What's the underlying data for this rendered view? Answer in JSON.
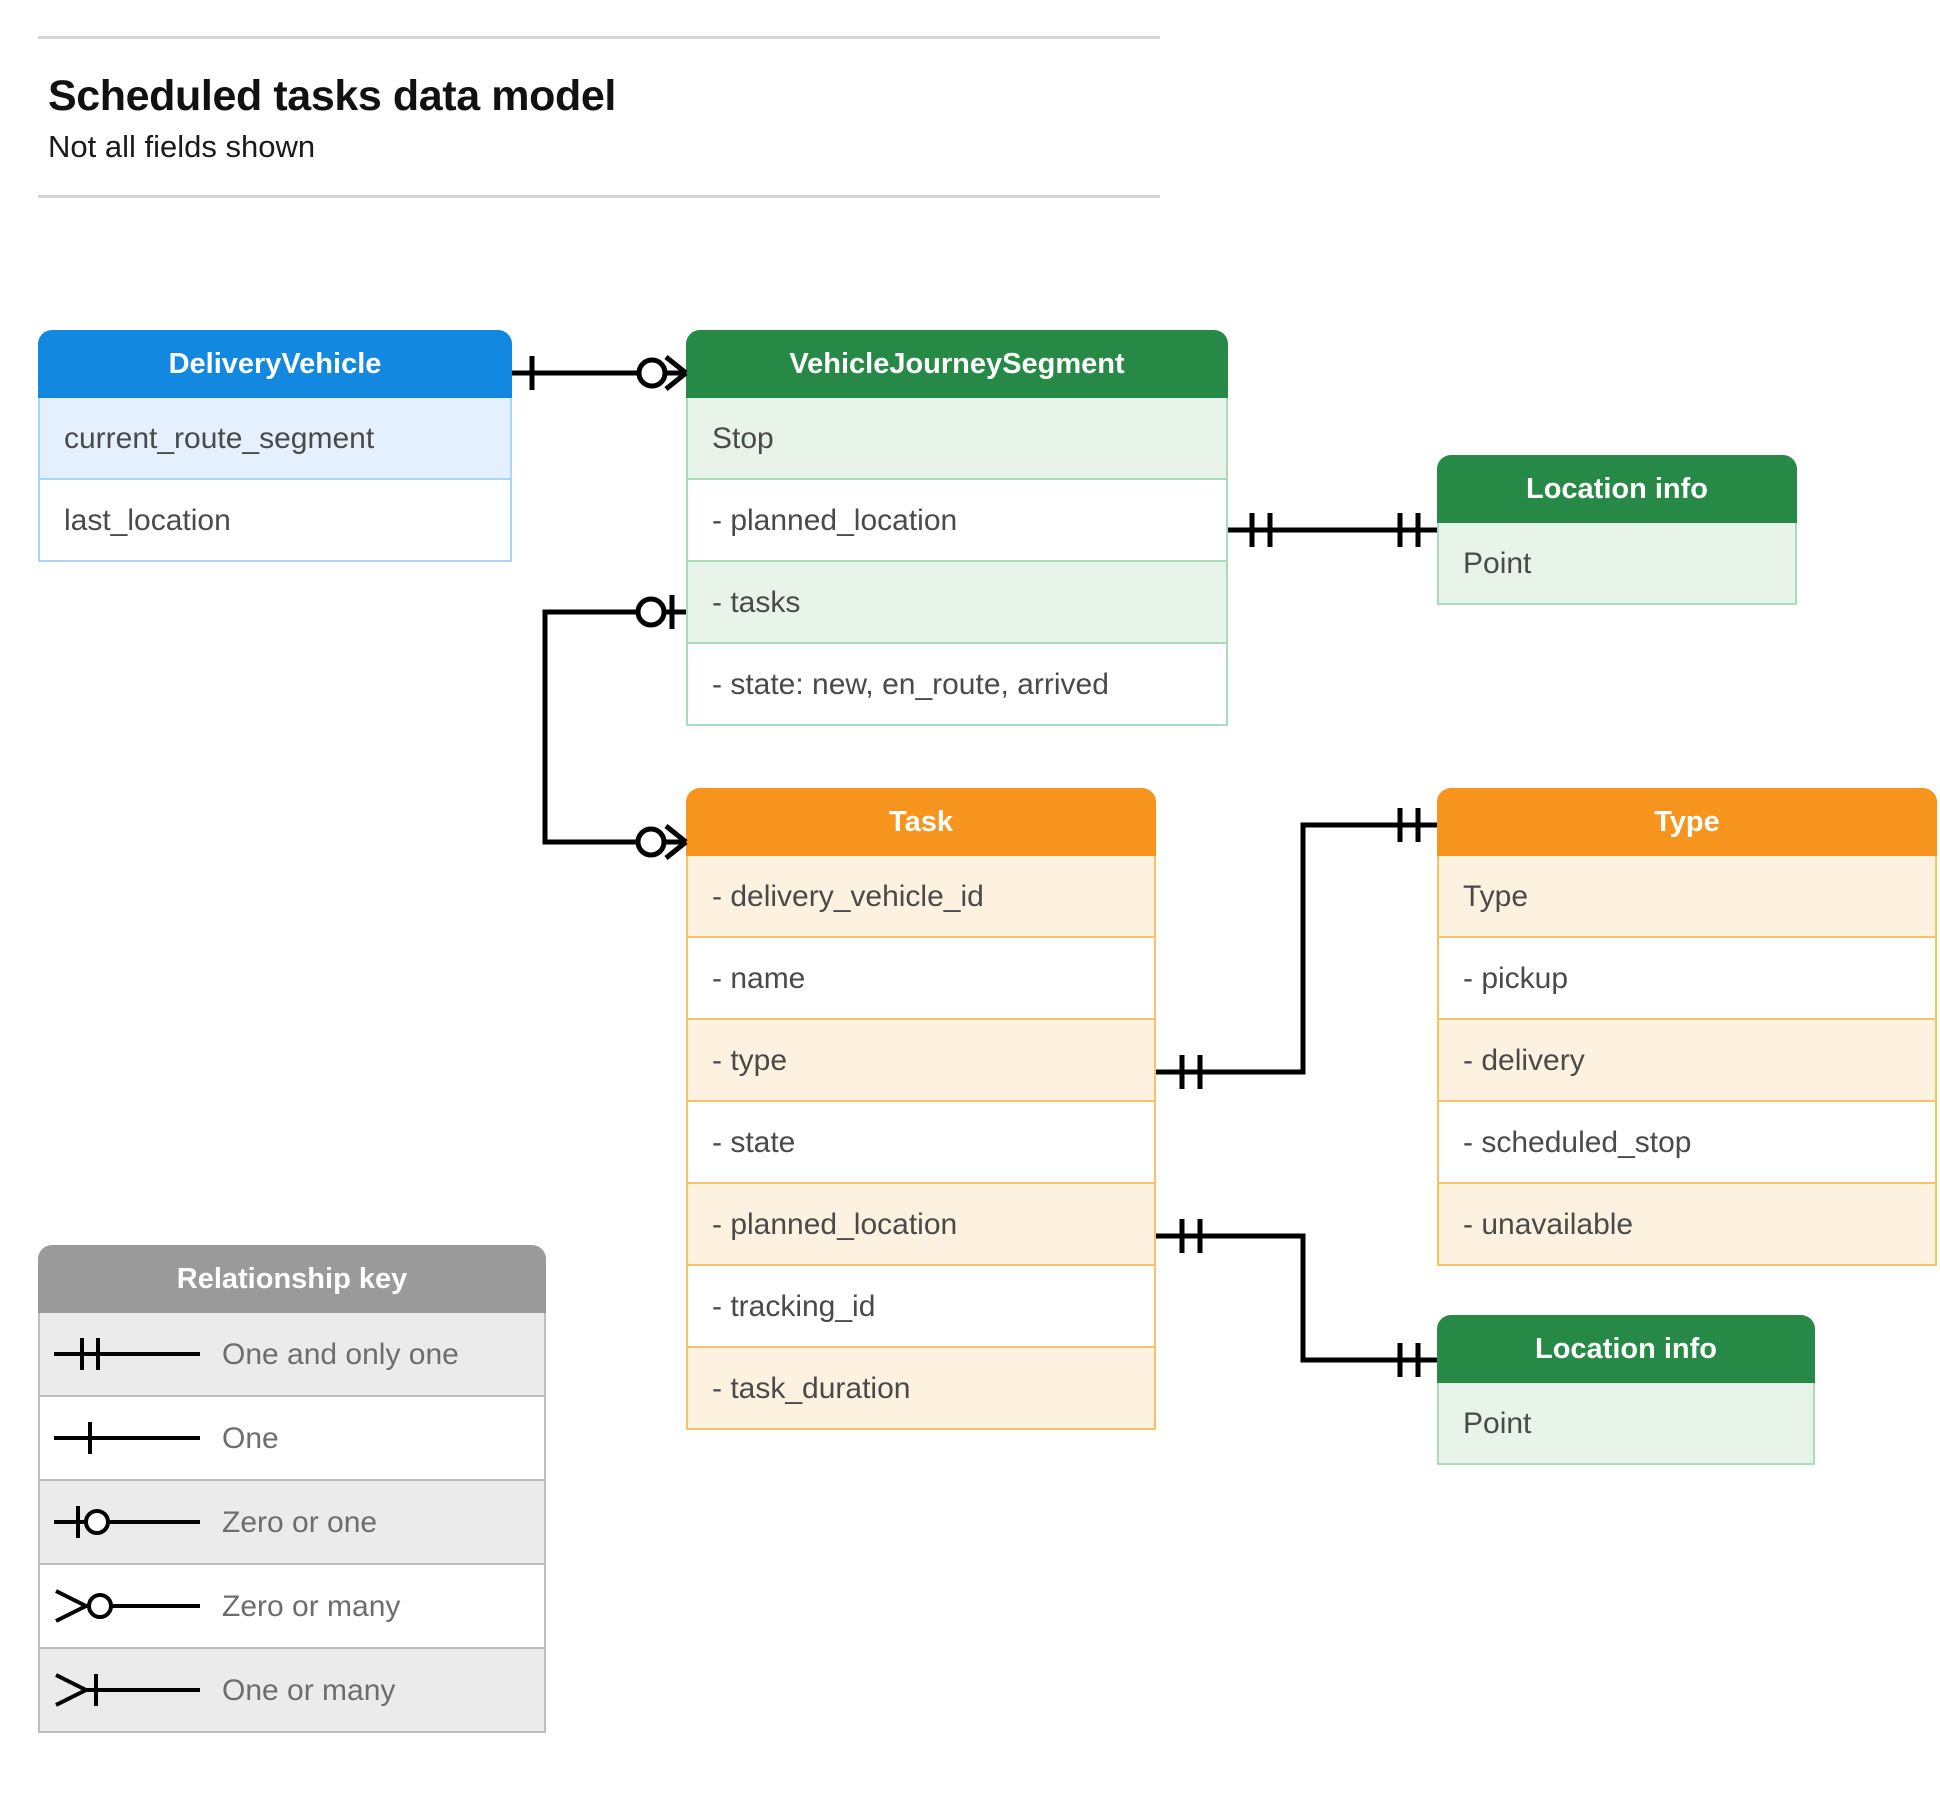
{
  "header": {
    "title": "Scheduled tasks data model",
    "subtitle": "Not all fields shown"
  },
  "colors": {
    "blue_header": "#1288e0",
    "blue_row": "#e4f0fd",
    "blue_border": "#a9d6f8",
    "green_header": "#268a46",
    "green_row": "#e8f4ea",
    "green_border": "#a9dcb8",
    "orange_header": "#f7941d",
    "orange_row": "#fdf2e0",
    "orange_border": "#f9c267",
    "grey_header": "#9a9a9a",
    "grey_row": "#ebebeb",
    "grey_border": "#bdbdbd",
    "connector": "#000000",
    "text": "#4a4a4a",
    "rule": "#d4d4d4"
  },
  "entities": {
    "delivery_vehicle": {
      "title": "DeliveryVehicle",
      "rows": [
        "current_route_segment",
        "last_location"
      ]
    },
    "vehicle_journey_segment": {
      "title": "VehicleJourneySegment",
      "rows": [
        "Stop",
        "-  planned_location",
        "- tasks",
        "- state: new, en_route, arrived"
      ]
    },
    "location_info_top": {
      "title": "Location info",
      "rows": [
        "Point"
      ]
    },
    "task": {
      "title": "Task",
      "rows": [
        "- delivery_vehicle_id",
        "- name",
        "- type",
        "- state",
        "- planned_location",
        "- tracking_id",
        "- task_duration"
      ]
    },
    "type": {
      "title": "Type",
      "rows": [
        "Type",
        "-  pickup",
        "-  delivery",
        "-  scheduled_stop",
        "-  unavailable"
      ]
    },
    "location_info_bottom": {
      "title": "Location info",
      "rows": [
        "Point"
      ]
    }
  },
  "legend": {
    "title": "Relationship key",
    "items": [
      {
        "symbol": "one-and-only-one",
        "label": "One and only one"
      },
      {
        "symbol": "one",
        "label": "One"
      },
      {
        "symbol": "zero-or-one",
        "label": "Zero or one"
      },
      {
        "symbol": "zero-or-many",
        "label": "Zero or many"
      },
      {
        "symbol": "one-or-many",
        "label": "One or many"
      }
    ]
  },
  "relationships": [
    {
      "name": "delivery-vehicle-to-vehicle-journey-segment",
      "from": "DeliveryVehicle",
      "to": "VehicleJourneySegment",
      "from_cardinality": "One",
      "to_cardinality": "Zero or many"
    },
    {
      "name": "vjs-planned-location-to-location-info",
      "from": "VehicleJourneySegment.planned_location",
      "to": "Location info",
      "from_cardinality": "One and only one",
      "to_cardinality": "One and only one"
    },
    {
      "name": "vjs-tasks-to-task",
      "from": "VehicleJourneySegment.tasks",
      "to": "Task",
      "from_cardinality": "Zero or one",
      "to_cardinality": "Zero or many"
    },
    {
      "name": "task-type-to-type",
      "from": "Task.type",
      "to": "Type",
      "from_cardinality": "One and only one",
      "to_cardinality": "One and only one"
    },
    {
      "name": "task-planned-location-to-location-info",
      "from": "Task.planned_location",
      "to": "Location info",
      "from_cardinality": "One and only one",
      "to_cardinality": "One and only one"
    }
  ]
}
